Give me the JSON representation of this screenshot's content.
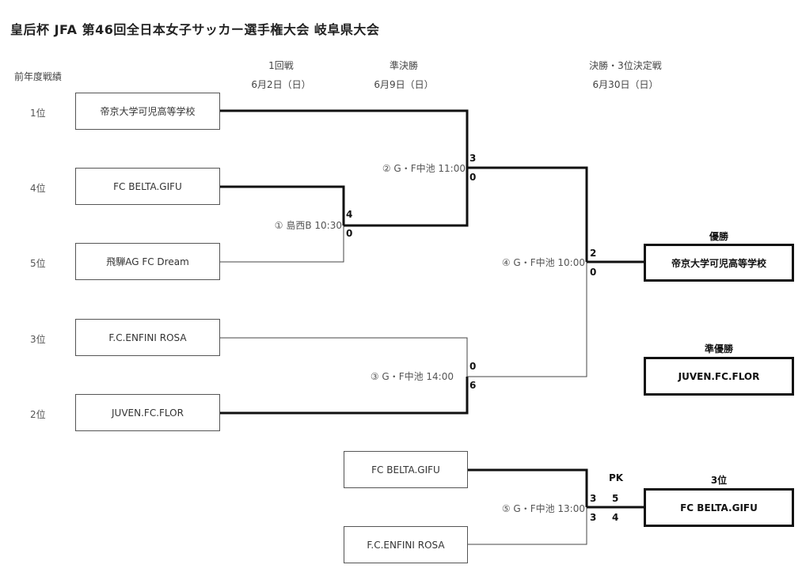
{
  "title": "皇后杯 JFA 第46回全日本女子サッカー選手権大会 岐阜県大会",
  "headers": {
    "prev_year": "前年度戦績",
    "round1": "1回戦",
    "round1_date": "6月2日（日）",
    "semi": "準決勝",
    "semi_date": "6月9日（日）",
    "final": "決勝・3位決定戦",
    "final_date": "6月30日（日）"
  },
  "teams": [
    {
      "rank": "1位",
      "name": "帝京大学可児高等学校"
    },
    {
      "rank": "4位",
      "name": "FC BELTA.GIFU"
    },
    {
      "rank": "5位",
      "name": "飛騨AG FC Dream"
    },
    {
      "rank": "3位",
      "name": "F.C.ENFINI ROSA"
    },
    {
      "rank": "2位",
      "name": "JUVEN.FC.FLOR"
    }
  ],
  "matches": {
    "m1": {
      "label": "① 島西B 10:30",
      "score_top": "4",
      "score_bottom": "0"
    },
    "m2": {
      "label": "② G・F中池 11:00",
      "score_top": "3",
      "score_bottom": "0"
    },
    "m3": {
      "label": "③ G・F中池 14:00",
      "score_top": "0",
      "score_bottom": "6"
    },
    "m4": {
      "label": "④ G・F中池 10:00",
      "score_top": "2",
      "score_bottom": "0"
    },
    "m5": {
      "label": "⑤ G・F中池 13:00",
      "score_top": "3",
      "score_bottom": "3",
      "pk_label": "PK",
      "pk_top": "5",
      "pk_bottom": "4"
    }
  },
  "third_place_teams": [
    "FC BELTA.GIFU",
    "F.C.ENFINI ROSA"
  ],
  "results": {
    "champion_label": "優勝",
    "champion": "帝京大学可児高等学校",
    "runner_up_label": "準優勝",
    "runner_up": "JUVEN.FC.FLOR",
    "third_label": "3位",
    "third": "FC BELTA.GIFU"
  }
}
